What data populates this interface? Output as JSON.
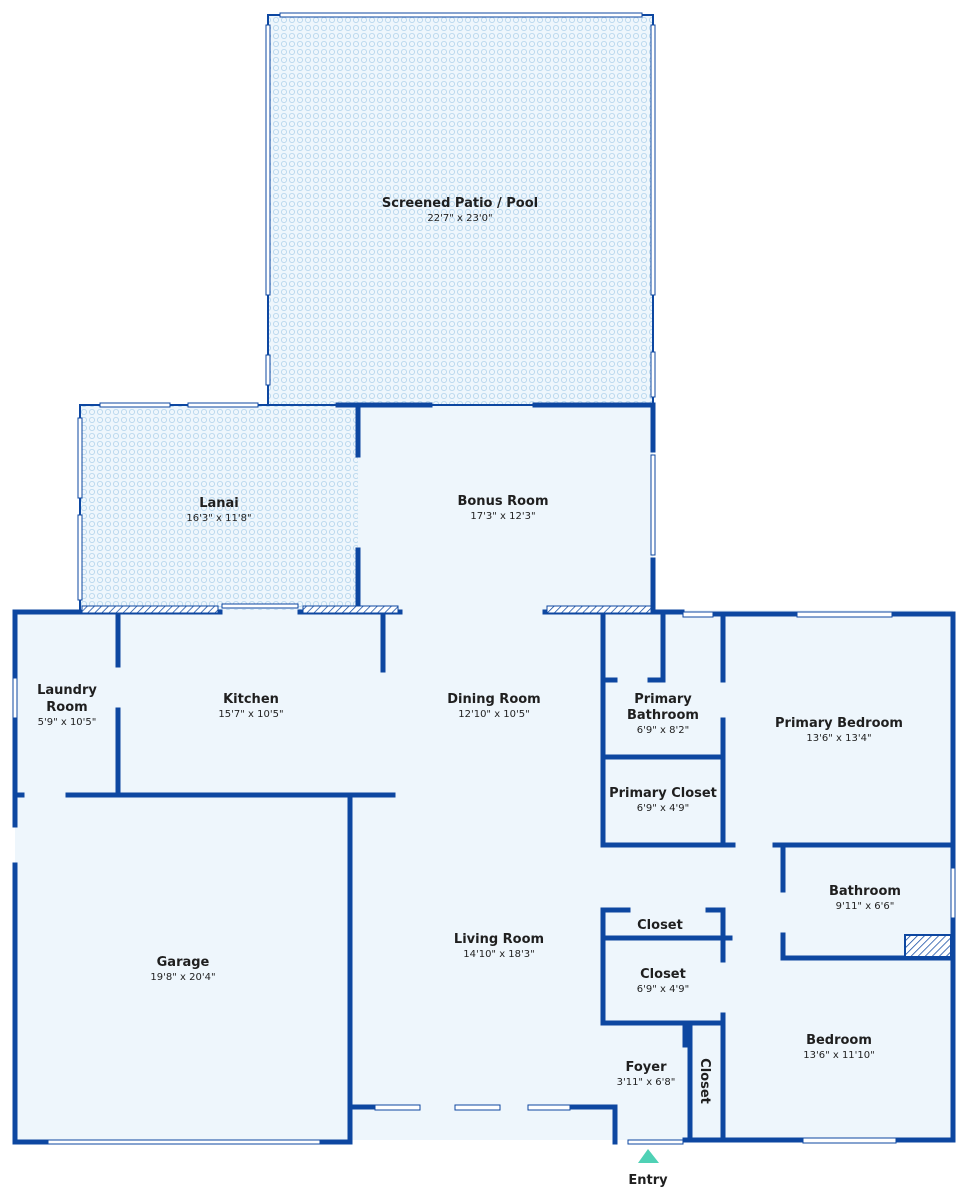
{
  "rooms": {
    "patio": {
      "name": "Screened Patio / Pool",
      "dims": "22'7\" x 23'0\""
    },
    "lanai": {
      "name": "Lanai",
      "dims": "16'3\" x 11'8\""
    },
    "bonus": {
      "name": "Bonus Room",
      "dims": "17'3\" x 12'3\""
    },
    "laundry": {
      "name1": "Laundry",
      "name2": "Room",
      "dims": "5'9\" x 10'5\""
    },
    "kitchen": {
      "name": "Kitchen",
      "dims": "15'7\" x 10'5\""
    },
    "dining": {
      "name": "Dining Room",
      "dims": "12'10\" x 10'5\""
    },
    "primary_bath": {
      "name1": "Primary",
      "name2": "Bathroom",
      "dims": "6'9\" x 8'2\""
    },
    "primary_bed": {
      "name": "Primary Bedroom",
      "dims": "13'6\" x 13'4\""
    },
    "primary_closet": {
      "name": "Primary Closet",
      "dims": "6'9\" x 4'9\""
    },
    "garage": {
      "name": "Garage",
      "dims": "19'8\" x 20'4\""
    },
    "living": {
      "name": "Living Room",
      "dims": "14'10\" x 18'3\""
    },
    "bathroom": {
      "name": "Bathroom",
      "dims": "9'11\" x 6'6\""
    },
    "closet_small": {
      "name": "Closet"
    },
    "closet_mid": {
      "name": "Closet",
      "dims": "6'9\" x 4'9\""
    },
    "bedroom": {
      "name": "Bedroom",
      "dims": "13'6\" x 11'10\""
    },
    "foyer": {
      "name": "Foyer",
      "dims": "3'11\" x 6'8\""
    },
    "closet_vertical": {
      "name": "Closet"
    }
  },
  "entry": {
    "label": "Entry"
  },
  "colors": {
    "wall": "#0d47a1",
    "floor": "#eef6fc",
    "tile_line": "#b3d4ec",
    "entry_marker": "#4fd1b5"
  }
}
